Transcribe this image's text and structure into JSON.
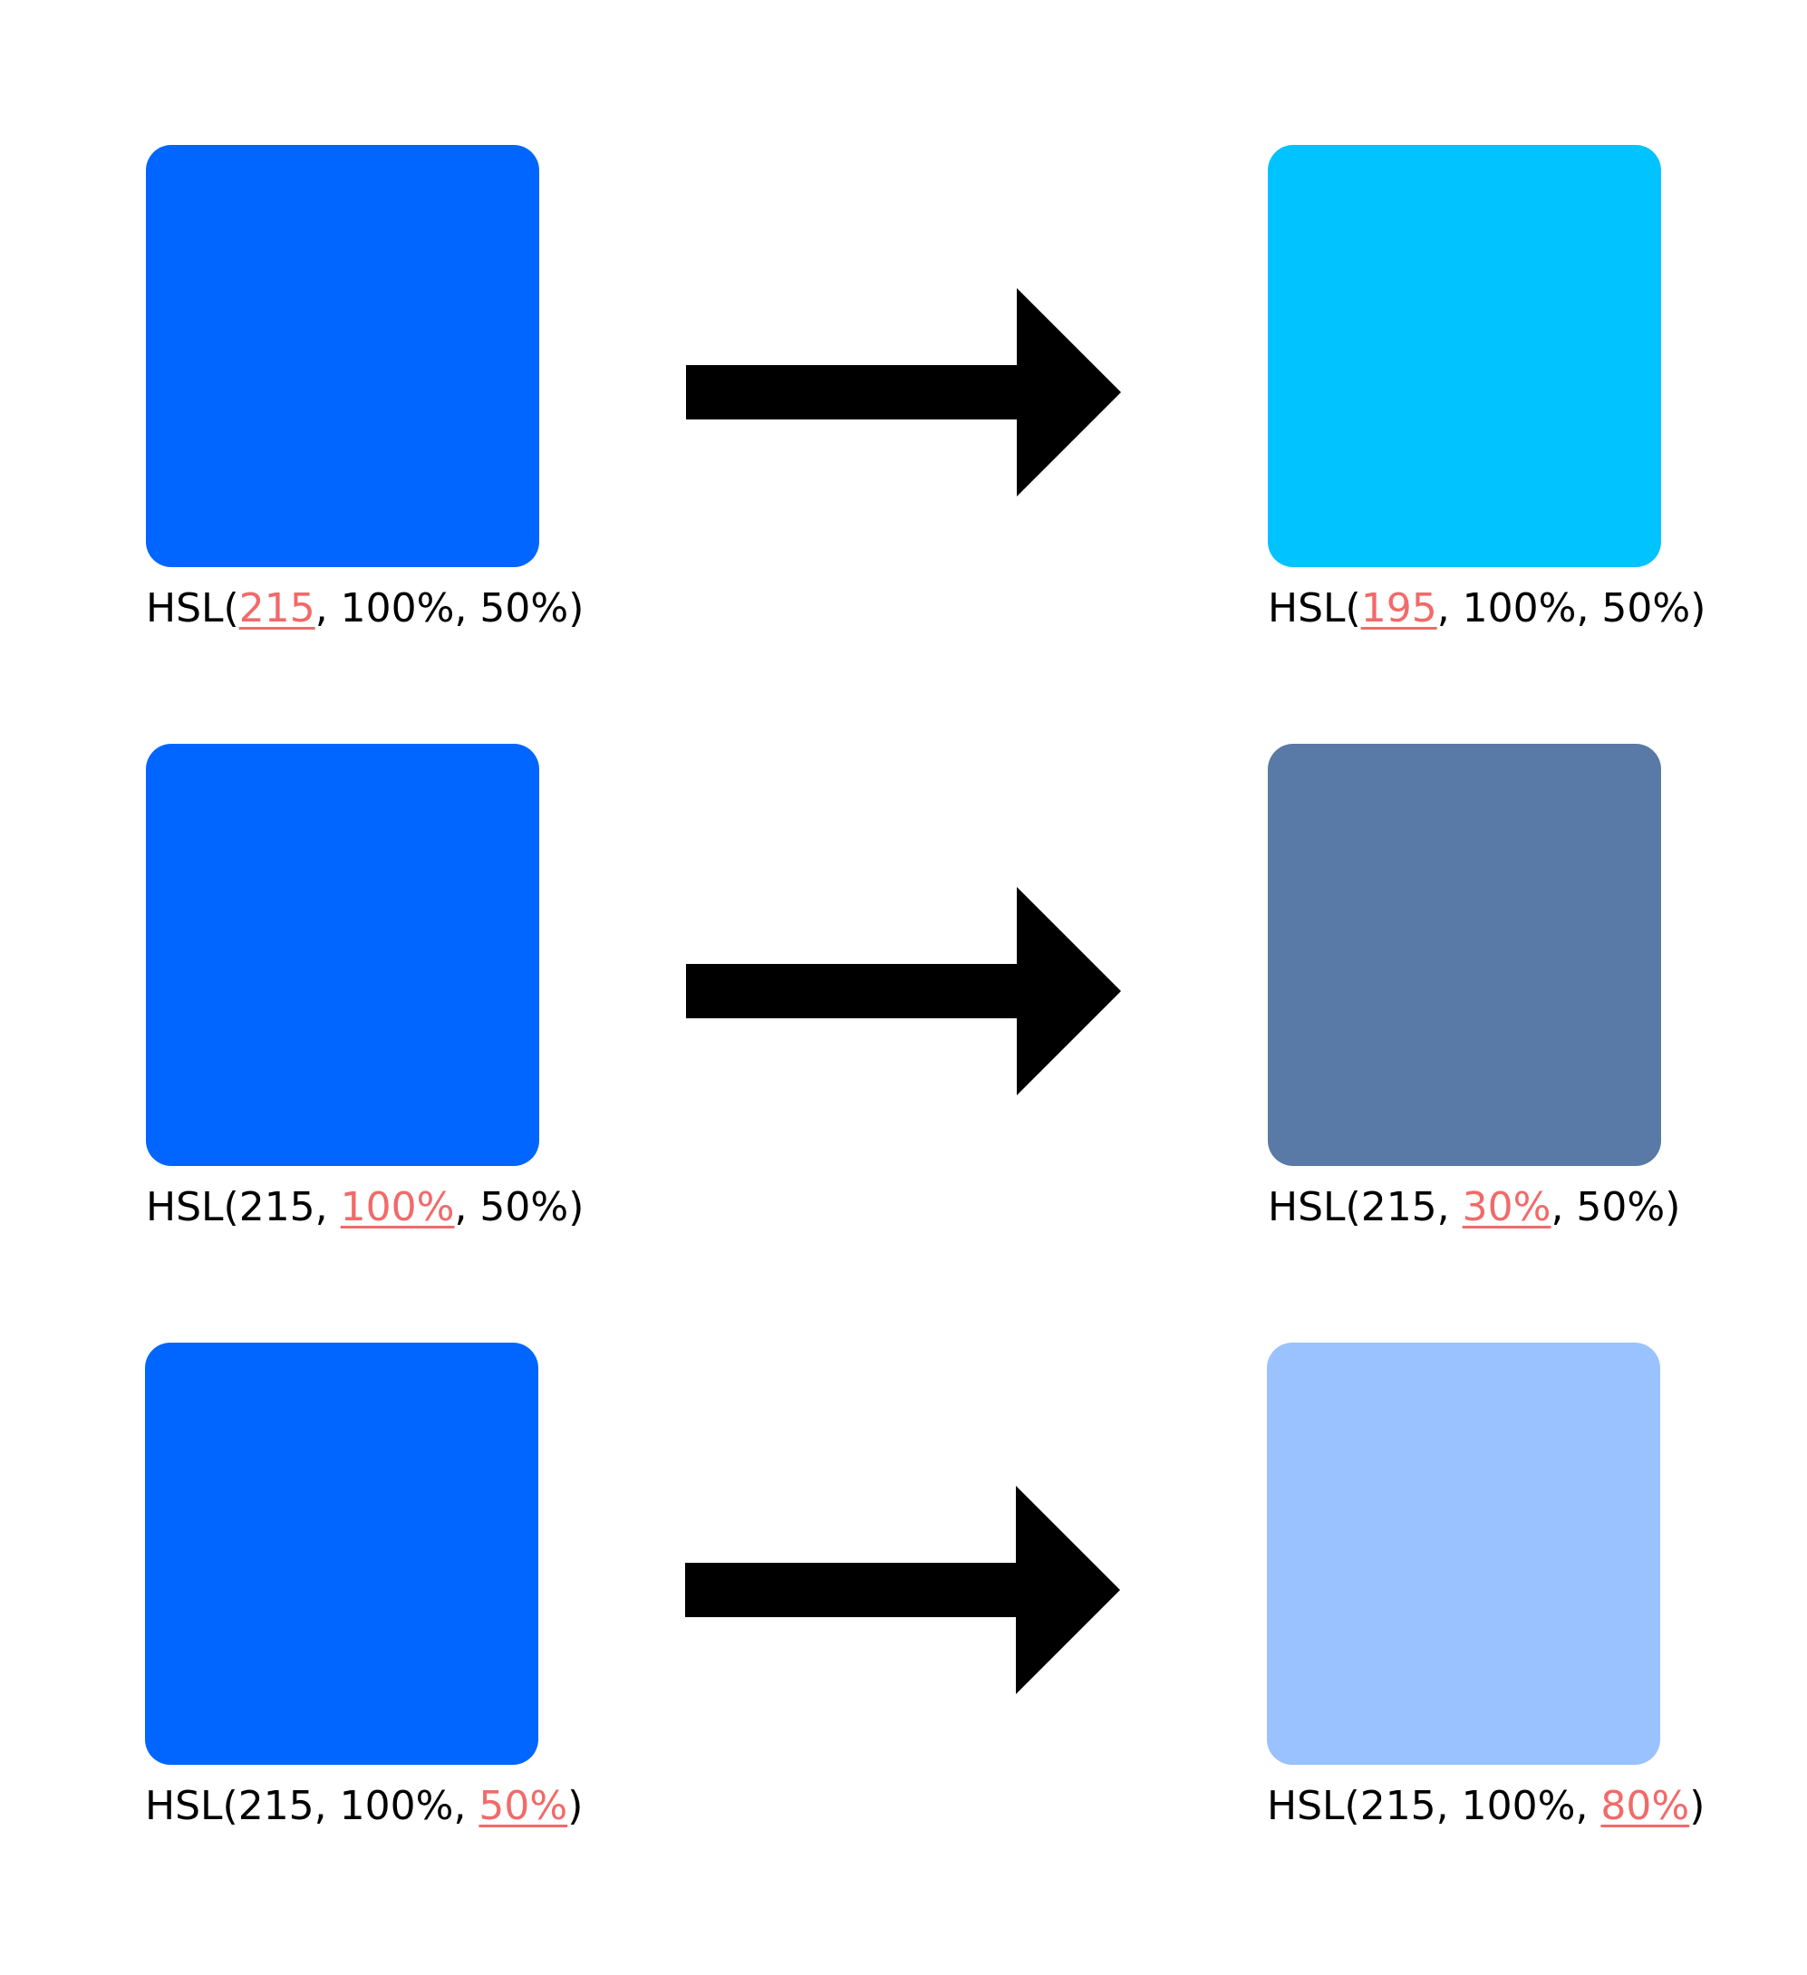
{
  "colors": {
    "label_text": "#000000",
    "highlight": "#F16A6A",
    "arrow": "#000000",
    "background": "#FFFFFF"
  },
  "rows": [
    {
      "from": {
        "color": "#0066FF",
        "label": {
          "prefix": "HSL(",
          "highlight": "215",
          "suffix": ", 100%, 50%)"
        }
      },
      "to": {
        "color": "#00C3FF",
        "label": {
          "prefix": "HSL(",
          "highlight": "195",
          "suffix": ", 100%, 50%)"
        }
      }
    },
    {
      "from": {
        "color": "#0066FF",
        "label": {
          "prefix": "HSL(215, ",
          "highlight": "100%",
          "suffix": ", 50%)"
        }
      },
      "to": {
        "color": "#597AA6",
        "label": {
          "prefix": "HSL(215, ",
          "highlight": "30%",
          "suffix": ", 50%)"
        }
      }
    },
    {
      "from": {
        "color": "#0066FF",
        "label": {
          "prefix": "HSL(215, 100%, ",
          "highlight": "50%",
          "suffix": ")"
        }
      },
      "to": {
        "color": "#99C2FF",
        "label": {
          "prefix": "HSL(215, 100%, ",
          "highlight": "80%",
          "suffix": ")"
        }
      }
    }
  ]
}
